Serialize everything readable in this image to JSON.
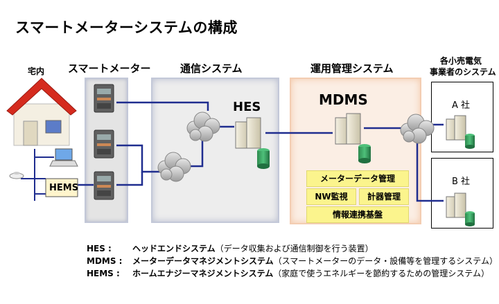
{
  "title": "スマートメーターシステムの構成",
  "home": {
    "label": "宅内",
    "hems_label": "HEMS"
  },
  "meters": {
    "label": "スマートメーター"
  },
  "comm": {
    "label": "通信システム",
    "hes_label": "HES"
  },
  "mdms": {
    "label": "運用管理システム",
    "box_label": "MDMS",
    "functions": [
      "メーターデータ管理",
      "NW監視",
      "計器管理",
      "情報連携基盤"
    ]
  },
  "retailers": {
    "label_line1": "各小売電気",
    "label_line2": "事業者のシステム",
    "a": "A 社",
    "b": "B 社"
  },
  "legend": [
    {
      "abbr": "HES :",
      "name": "ヘッドエンドシステム",
      "desc": "（データ収集および通信制御を行う装置）"
    },
    {
      "abbr": "MDMS :",
      "name": "メーターデータマネジメントシステム",
      "desc": "（スマートメーターのデータ・設備等を管理するシステム）"
    },
    {
      "abbr": "HEMS :",
      "name": "ホームエナジーマネジメントシステム",
      "desc": "（家庭で使うエネルギーを節約するための管理システム）"
    }
  ],
  "colors": {
    "line": "#1f2d8f",
    "func_fill": "#fbf48d",
    "roof": "#d52b1e",
    "server_db": "#2ea05a"
  }
}
